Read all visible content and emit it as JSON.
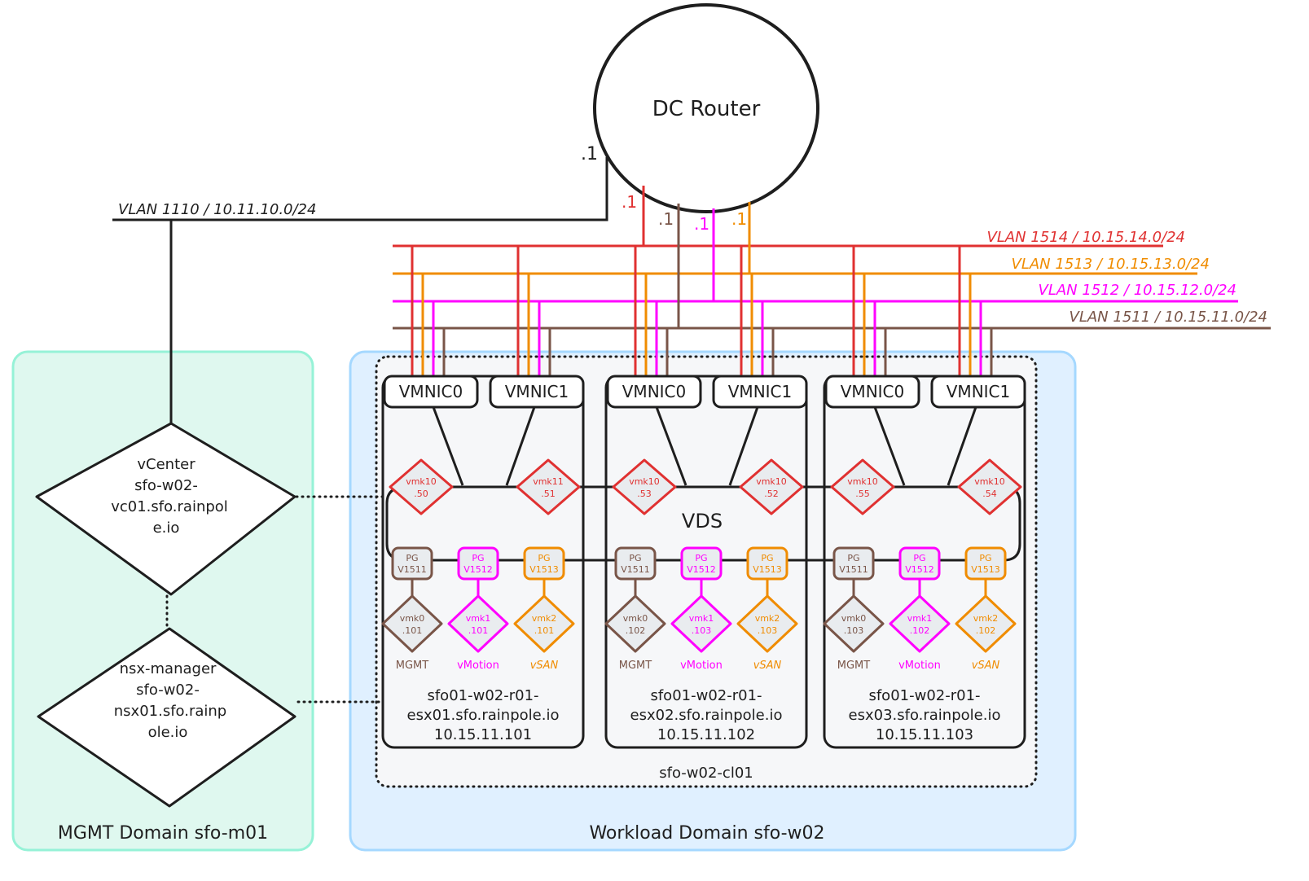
{
  "colors": {
    "vlan1514": "#e03131",
    "vlan1513": "#f08c00",
    "vlan1512": "#ff00ff",
    "vlan1511": "#795548",
    "mgmt_domain_fill": "#dff8ef",
    "mgmt_domain_stroke": "#96f2d7",
    "workload_domain_fill": "#e0f0ff",
    "workload_domain_stroke": "#a5d8ff",
    "host_fill": "#f6f7f9",
    "node_fill": "#e9ecef",
    "line": "#1e1e1e"
  },
  "router": {
    "label": "DC Router",
    "mgmt_ip": ".1",
    "vlan_ips": [
      {
        "vlan": "1514",
        "label": ".1"
      },
      {
        "vlan": "1511",
        "label": ".1"
      },
      {
        "vlan": "1512",
        "label": ".1"
      },
      {
        "vlan": "1513",
        "label": ".1"
      }
    ]
  },
  "mgmt_vlan": {
    "label": "VLAN 1110 / 10.11.10.0/24"
  },
  "vlans": [
    {
      "id": "1514",
      "label": "VLAN 1514 / 10.15.14.0/24"
    },
    {
      "id": "1513",
      "label": "VLAN 1513 / 10.15.13.0/24"
    },
    {
      "id": "1512",
      "label": "VLAN 1512 / 10.15.12.0/24"
    },
    {
      "id": "1511",
      "label": "VLAN 1511 / 10.15.11.0/24"
    }
  ],
  "mgmt_domain": {
    "title": "MGMT Domain sfo-m01",
    "nodes": [
      {
        "lines": [
          "vCenter",
          "sfo-w02-",
          "vc01.sfo.rainpol",
          "e.io"
        ]
      },
      {
        "lines": [
          "nsx-manager",
          "sfo-w02-",
          "nsx01.sfo.rainp",
          "ole.io"
        ]
      }
    ]
  },
  "workload_domain": {
    "title": "Workload Domain sfo-w02",
    "cluster": "sfo-w02-cl01",
    "vds_label": "VDS",
    "hosts": [
      {
        "vmnics": [
          "VMNIC0",
          "VMNIC1"
        ],
        "tep": [
          {
            "name": "vmk10",
            "ip": ".50"
          },
          {
            "name": "vmk11",
            "ip": ".51"
          }
        ],
        "portgroups": [
          {
            "line1": "PG",
            "line2": "V1511",
            "vlan": "1511"
          },
          {
            "line1": "PG",
            "line2": "V1512",
            "vlan": "1512"
          },
          {
            "line1": "PG",
            "line2": "V1513",
            "vlan": "1513"
          }
        ],
        "vmks": [
          {
            "name": "vmk0",
            "ip": ".101",
            "vlan": "1511",
            "role": "MGMT"
          },
          {
            "name": "vmk1",
            "ip": ".101",
            "vlan": "1512",
            "role": "vMotion"
          },
          {
            "name": "vmk2",
            "ip": ".101",
            "vlan": "1513",
            "role": "vSAN"
          }
        ],
        "fqdn_lines": [
          "sfo01-w02-r01-",
          "esx01.sfo.rainpole.io"
        ],
        "ip": "10.15.11.101"
      },
      {
        "vmnics": [
          "VMNIC0",
          "VMNIC1"
        ],
        "tep": [
          {
            "name": "vmk10",
            "ip": ".53"
          },
          {
            "name": "vmk10",
            "ip": ".52"
          }
        ],
        "portgroups": [
          {
            "line1": "PG",
            "line2": "V1511",
            "vlan": "1511"
          },
          {
            "line1": "PG",
            "line2": "V1512",
            "vlan": "1512"
          },
          {
            "line1": "PG",
            "line2": "V1513",
            "vlan": "1513"
          }
        ],
        "vmks": [
          {
            "name": "vmk0",
            "ip": ".102",
            "vlan": "1511",
            "role": "MGMT"
          },
          {
            "name": "vmk1",
            "ip": ".103",
            "vlan": "1512",
            "role": "vMotion"
          },
          {
            "name": "vmk2",
            "ip": ".103",
            "vlan": "1513",
            "role": "vSAN"
          }
        ],
        "fqdn_lines": [
          "sfo01-w02-r01-",
          "esx02.sfo.rainpole.io"
        ],
        "ip": "10.15.11.102"
      },
      {
        "vmnics": [
          "VMNIC0",
          "VMNIC1"
        ],
        "tep": [
          {
            "name": "vmk10",
            "ip": ".55"
          },
          {
            "name": "vmk10",
            "ip": ".54"
          }
        ],
        "portgroups": [
          {
            "line1": "PG",
            "line2": "V1511",
            "vlan": "1511"
          },
          {
            "line1": "PG",
            "line2": "V1512",
            "vlan": "1512"
          },
          {
            "line1": "PG",
            "line2": "V1513",
            "vlan": "1513"
          }
        ],
        "vmks": [
          {
            "name": "vmk0",
            "ip": ".103",
            "vlan": "1511",
            "role": "MGMT"
          },
          {
            "name": "vmk1",
            "ip": ".102",
            "vlan": "1512",
            "role": "vMotion"
          },
          {
            "name": "vmk2",
            "ip": ".102",
            "vlan": "1513",
            "role": "vSAN"
          }
        ],
        "fqdn_lines": [
          "sfo01-w02-r01-",
          "esx03.sfo.rainpole.io"
        ],
        "ip": "10.15.11.103"
      }
    ]
  }
}
